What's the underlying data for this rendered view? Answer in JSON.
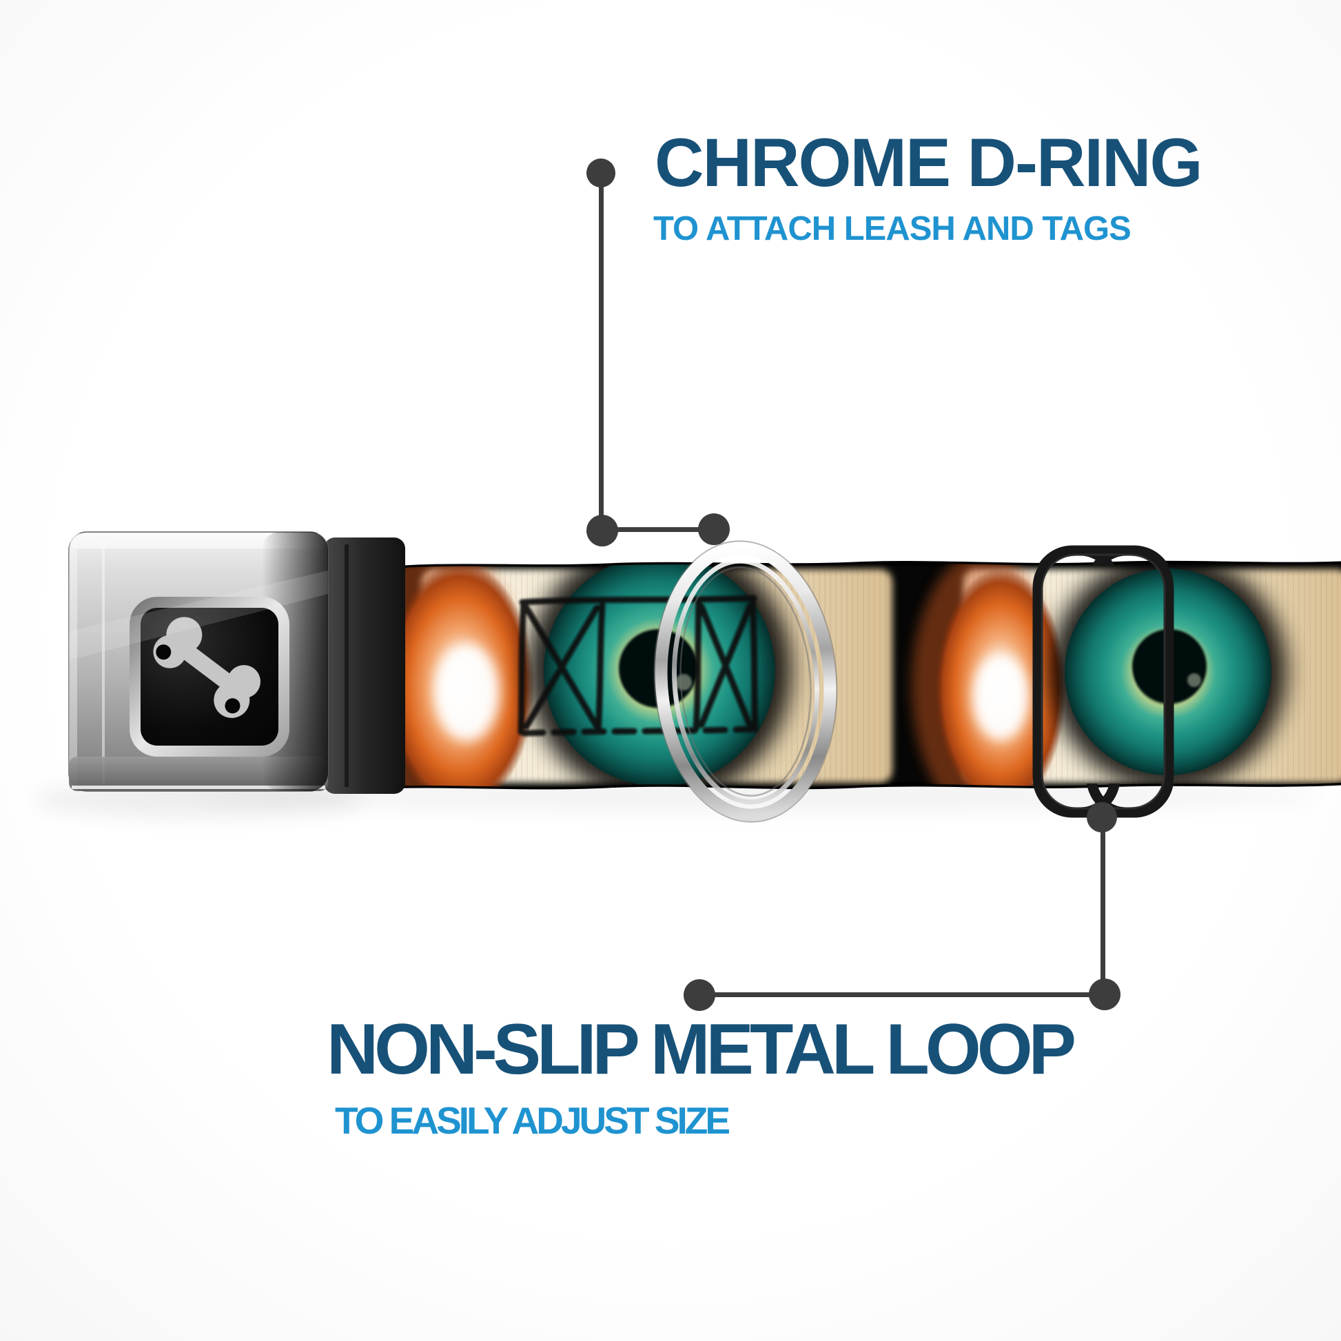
{
  "image_type": "product-feature-infographic",
  "background": "#ffffff",
  "colors": {
    "heading": "#175178",
    "accent": "#1f93d0",
    "callout": "#3d3d3d",
    "strap_black": "#070707",
    "sclera_cream": "#efe4c9",
    "iris_teal": "#1e9384",
    "glow_orange": "#dd671f",
    "chrome": "#c9c9c9",
    "loop_black": "#181818"
  },
  "callouts": {
    "top": {
      "title": "CHROME D-RING",
      "subtitle": "TO ATTACH LEASH AND TAGS"
    },
    "bottom": {
      "title": "NON-SLIP METAL LOOP",
      "subtitle": "TO EASILY ADJUST SIZE"
    }
  },
  "product": {
    "buckle_logo_icon": "dog-bone-icon",
    "pattern_description": "teal eyeball graphics with black stitch marks on black webbing",
    "hardware": [
      "seatbelt-buckle",
      "chrome-d-ring",
      "non-slip-metal-loop"
    ]
  }
}
